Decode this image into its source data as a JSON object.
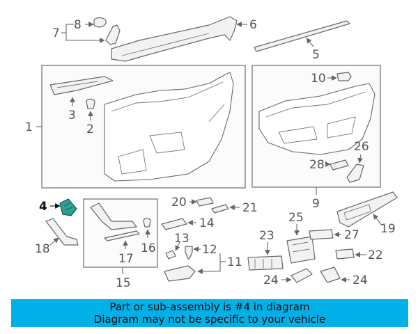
{
  "callouts": {
    "c1": "1",
    "c2": "2",
    "c3": "3",
    "c4": "4",
    "c5": "5",
    "c6": "6",
    "c7": "7",
    "c8": "8",
    "c9": "9",
    "c10": "10",
    "c11": "11",
    "c12": "12",
    "c13": "13",
    "c14": "14",
    "c15": "15",
    "c16": "16",
    "c17": "17",
    "c18": "18",
    "c19": "19",
    "c20": "20",
    "c21": "21",
    "c22": "22",
    "c23": "23",
    "c24a": "24",
    "c24b": "24",
    "c25": "25",
    "c26": "26",
    "c27": "27",
    "c28": "28"
  },
  "notice": {
    "line1": "Part or sub-assembly is #4 in diagram",
    "line2": "Diagram may not be specific to your vehicle"
  },
  "colors": {
    "banner": "#00b0e6",
    "highlight": "#2aa198"
  }
}
